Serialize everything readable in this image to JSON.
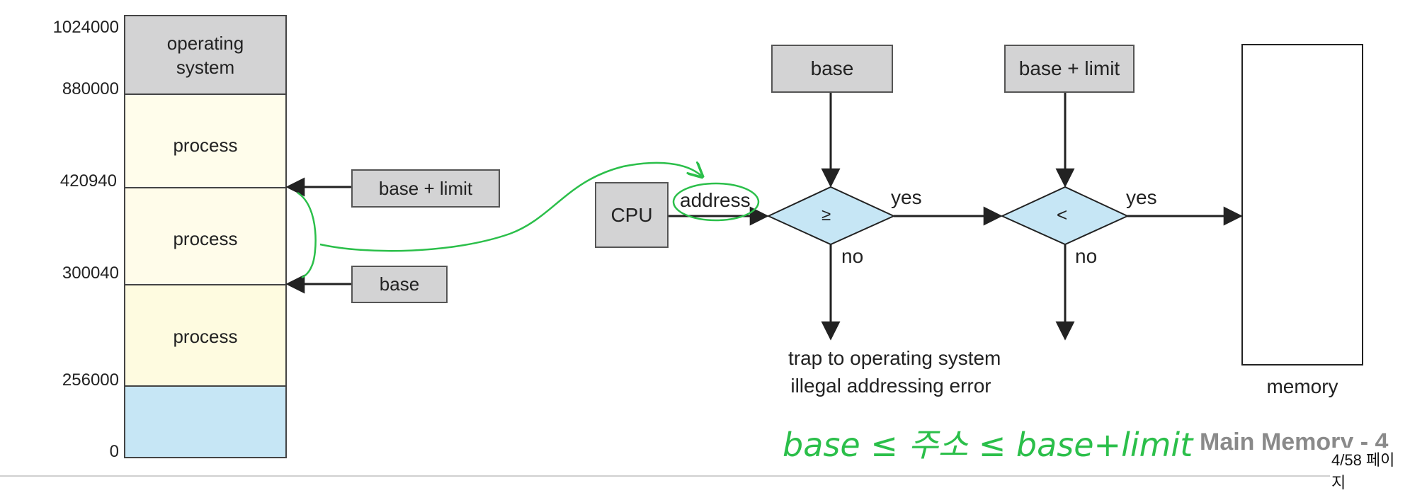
{
  "memory_map": {
    "addresses": [
      "1024000",
      "880000",
      "420940",
      "300040",
      "256000",
      "0"
    ],
    "segments": [
      {
        "label": "operating\nsystem",
        "color": "#d3d3d4"
      },
      {
        "label": "process",
        "color": "#fffdeb"
      },
      {
        "label": "process",
        "color": "#fffcea"
      },
      {
        "label": "process",
        "color": "#fefbe0"
      },
      {
        "label": "",
        "color": "#c6e6f5"
      }
    ],
    "pointer_base_limit": "base + limit",
    "pointer_base": "base"
  },
  "flow": {
    "cpu": "CPU",
    "address": "address",
    "base": "base",
    "base_limit": "base + limit",
    "cmp_ge": "≥",
    "cmp_lt": "<",
    "yes1": "yes",
    "yes2": "yes",
    "no1": "no",
    "no2": "no",
    "trap_line1": "trap to operating system",
    "trap_line2": "illegal addressing error",
    "memory": "memory"
  },
  "annotation": {
    "handwritten": "base ≤ 주소 ≤ base+limit",
    "color": "#2bbf4a"
  },
  "footer": {
    "title": "Main Memory - 4",
    "page": "4/58 페이지"
  },
  "colors": {
    "box_fill": "#d3d3d4",
    "diamond_fill": "#c6e6f5",
    "stroke": "#222222"
  }
}
